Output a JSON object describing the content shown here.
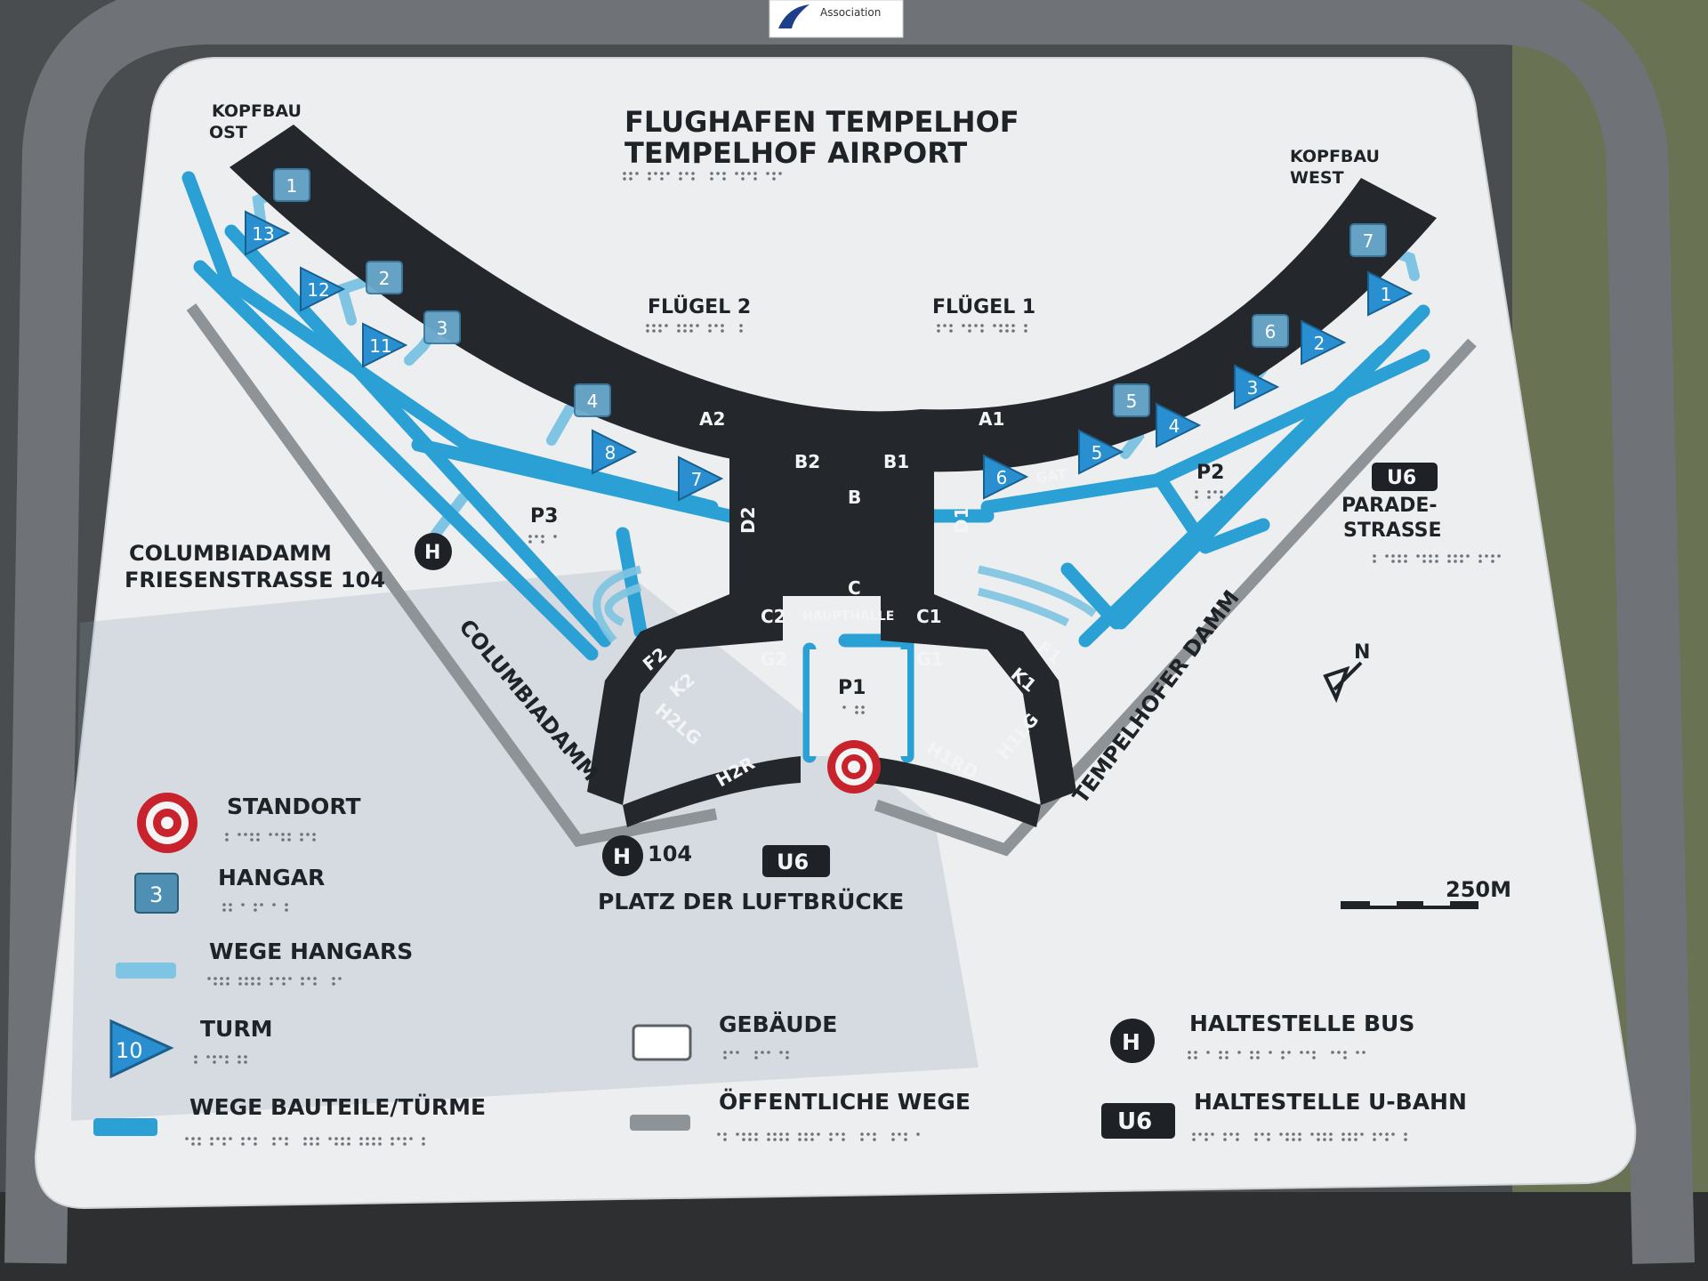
{
  "badge": {
    "text": "Association"
  },
  "title": {
    "line1": "FLUGHAFEN TEMPELHOF",
    "line2": "TEMPELHOF AIRPORT"
  },
  "corners": {
    "ost": [
      "KOPFBAU",
      "OST"
    ],
    "west": [
      "KOPFBAU",
      "WEST"
    ]
  },
  "wings": {
    "wing2": "FLÜGEL 2",
    "wing1": "FLÜGEL 1"
  },
  "sections": {
    "a2": "A2",
    "a1": "A1",
    "b2": "B2",
    "b1": "B1",
    "b": "B",
    "d2": "D2",
    "d1": "D1",
    "c": "C",
    "c2": "C2",
    "c1": "C1",
    "haupthalle": "HAUPTHALLE",
    "f2": "F2",
    "f1": "F1",
    "k2": "K2",
    "k1": "K1",
    "g2": "G2",
    "g1": "G1",
    "h2lg": "H2LG",
    "h1lg": "H1LG",
    "h2r": "H2R",
    "h1rd": "H1RD",
    "gat": "GAT"
  },
  "parking": {
    "p1": "P1",
    "p2": "P2",
    "p3": "P3"
  },
  "hangars": [
    "1",
    "2",
    "3",
    "4",
    "5",
    "6",
    "7"
  ],
  "towers": [
    "13",
    "12",
    "11",
    "8",
    "7",
    "6",
    "5",
    "4",
    "3",
    "2",
    "1"
  ],
  "streets": {
    "columbiadamm_friesen": [
      "COLUMBIADAMM",
      "FRIESENSTRASSE 104"
    ],
    "columbiadamm": "COLUMBIADAMM",
    "tempelhofer_damm": "TEMPELHOFER DAMM",
    "paradestrasse": [
      "PARADE-",
      "STRASSE"
    ],
    "platz": "PLATZ DER LUFTBRÜCKE"
  },
  "transit": {
    "bus_letter": "H",
    "bus_line": "104",
    "ubahn": "U6"
  },
  "north": "N",
  "scale": "250M",
  "legend": {
    "standort": "STANDORT",
    "hangar": "HANGAR",
    "hangar_sample": "3",
    "wege_hangars": "WEGE HANGARS",
    "turm": "TURM",
    "turm_sample": "10",
    "wege_bauteile": "WEGE BAUTEILE/TÜRME",
    "gebaeude": "GEBÄUDE",
    "oeffentliche": "ÖFFENTLICHE WEGE",
    "bus": "HALTESTELLE BUS",
    "ubahn": "HALTESTELLE U-BAHN"
  },
  "colors": {
    "plate": "#eceef0",
    "building": "#24282c",
    "blue": "#2aa0d4",
    "light_blue": "#7fc4e2",
    "road": "#8e9397",
    "frame": "#6f7377",
    "standort": "#c8232c"
  }
}
